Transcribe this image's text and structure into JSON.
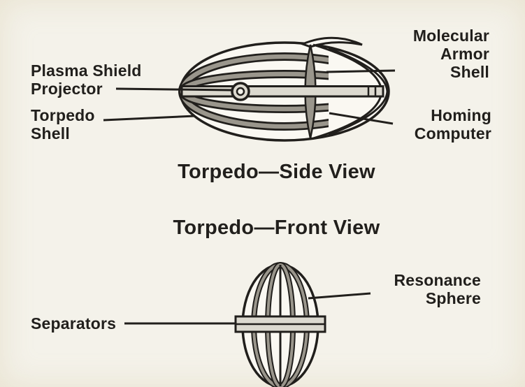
{
  "colors": {
    "paper": "#f4f2ea",
    "ink": "#211f1c",
    "hullfill": "#faf8f2",
    "band": "#9a968c",
    "metal": "#dcd9cf"
  },
  "side_view": {
    "title": "Torpedo—Side View",
    "labels": {
      "plasma_shield_projector": "Plasma Shield\nProjector",
      "torpedo_shell": "Torpedo\nShell",
      "molecular_armor_shell": "Molecular\nArmor\nShell",
      "homing_computer": "Homing\nComputer"
    }
  },
  "front_view": {
    "title": "Torpedo—Front View",
    "labels": {
      "separators": "Separators",
      "resonance_sphere": "Resonance\nSphere"
    }
  }
}
